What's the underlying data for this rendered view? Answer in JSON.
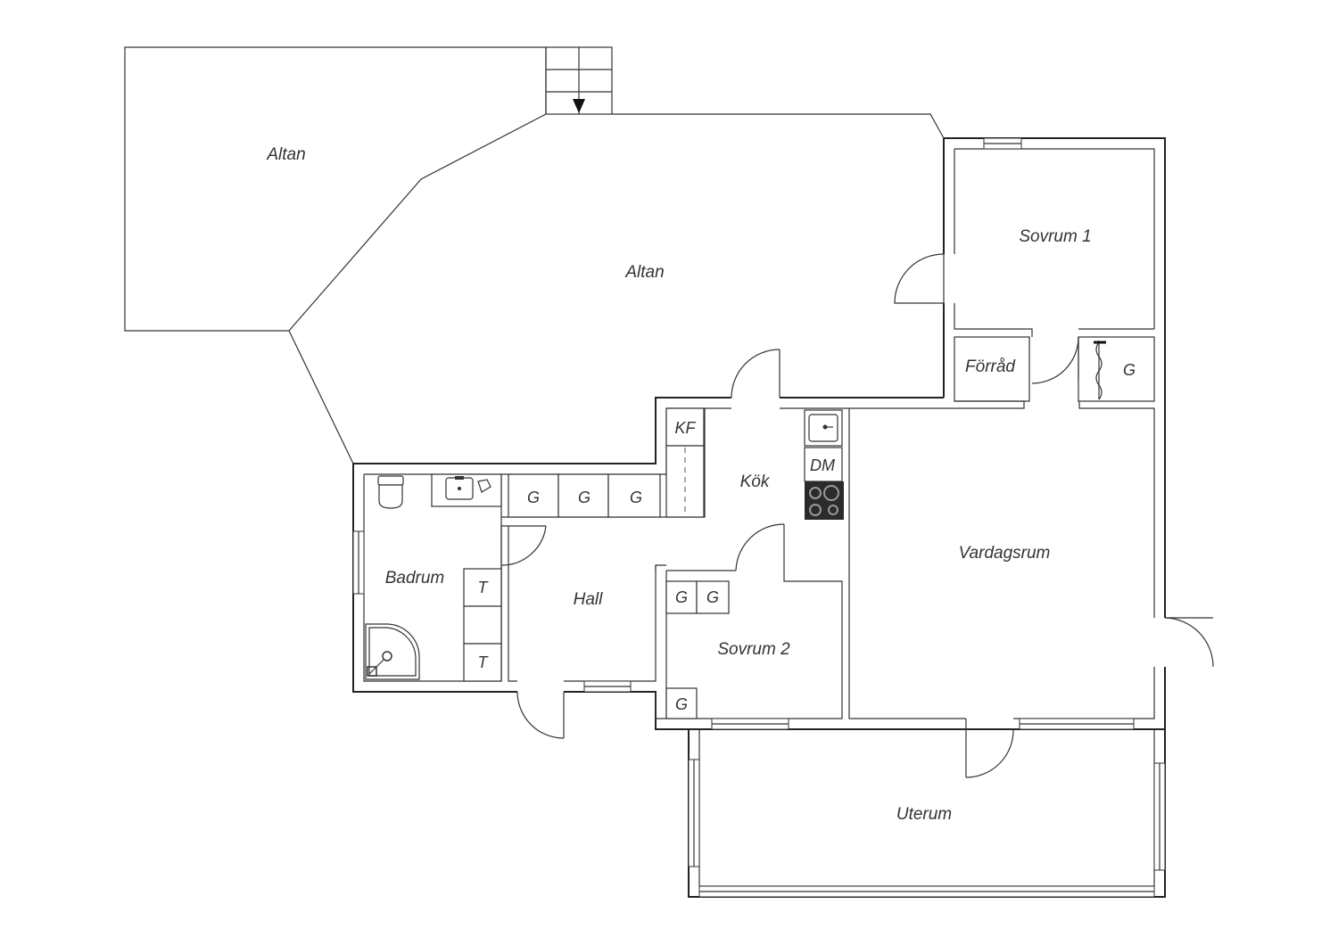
{
  "rooms": {
    "altan_west": "Altan",
    "altan_main": "Altan",
    "sovrum1": "Sovrum 1",
    "forrad": "Förråd",
    "kok": "Kök",
    "vardagsrum": "Vardagsrum",
    "badrum": "Badrum",
    "hall": "Hall",
    "sovrum2": "Sovrum 2",
    "uterum": "Uterum"
  },
  "fixtures": {
    "g_closet_forrad": "G",
    "kf": "KF",
    "dm": "DM",
    "g_kitchen_1": "G",
    "g_kitchen_2": "G",
    "g_kitchen_3": "G",
    "t_top": "T",
    "t_bottom": "T",
    "g_sov2_1": "G",
    "g_sov2_2": "G",
    "g_sov2_3": "G"
  }
}
